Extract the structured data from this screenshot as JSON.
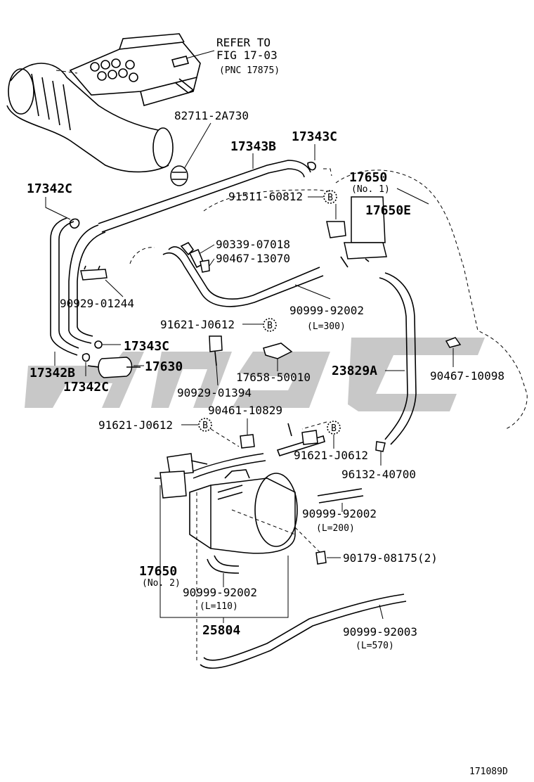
{
  "header": {
    "refer_line1": "REFER TO",
    "refer_line2": "FIG 17-03",
    "refer_line3": "(PNC 17875)"
  },
  "labels": {
    "p82711": "82711-2A730",
    "p17343B": "17343B",
    "p17343C_top": "17343C",
    "p17650_no1": "17650",
    "p17650_no1_sub": "(No. 1)",
    "p91511": "91511-60812",
    "p17650E": "17650E",
    "p17342C_top": "17342C",
    "p90339": "90339-07018",
    "p90467_13070": "90467-13070",
    "p90929_01244": "90929-01244",
    "p90999_92002_a": "90999-92002",
    "p90999_92002_a_len": "(L=300)",
    "p91621_a": "91621-J0612",
    "p17343C_mid": "17343C",
    "p17342B": "17342B",
    "p17630": "17630",
    "p17342C_bot": "17342C",
    "p17658": "17658-50010",
    "p23829A": "23829A",
    "p90467_10098": "90467-10098",
    "p90929_01394": "90929-01394",
    "p90461": "90461-10829",
    "p91621_b": "91621-J0612",
    "p91621_c": "91621-J0612",
    "p96132": "96132-40700",
    "p90999_92002_b": "90999-92002",
    "p90999_92002_b_len": "(L=200)",
    "p90179": "90179-08175(2)",
    "p17650_no2": "17650",
    "p17650_no2_sub": "(No. 2)",
    "p90999_92002_c": "90999-92002",
    "p90999_92002_c_len": "(L=110)",
    "p25804": "25804",
    "p90999_92003": "90999-92003",
    "p90999_92003_len": "(L=570)"
  },
  "markers": {
    "b": "B"
  },
  "footer": {
    "figure_id": "171089D"
  }
}
